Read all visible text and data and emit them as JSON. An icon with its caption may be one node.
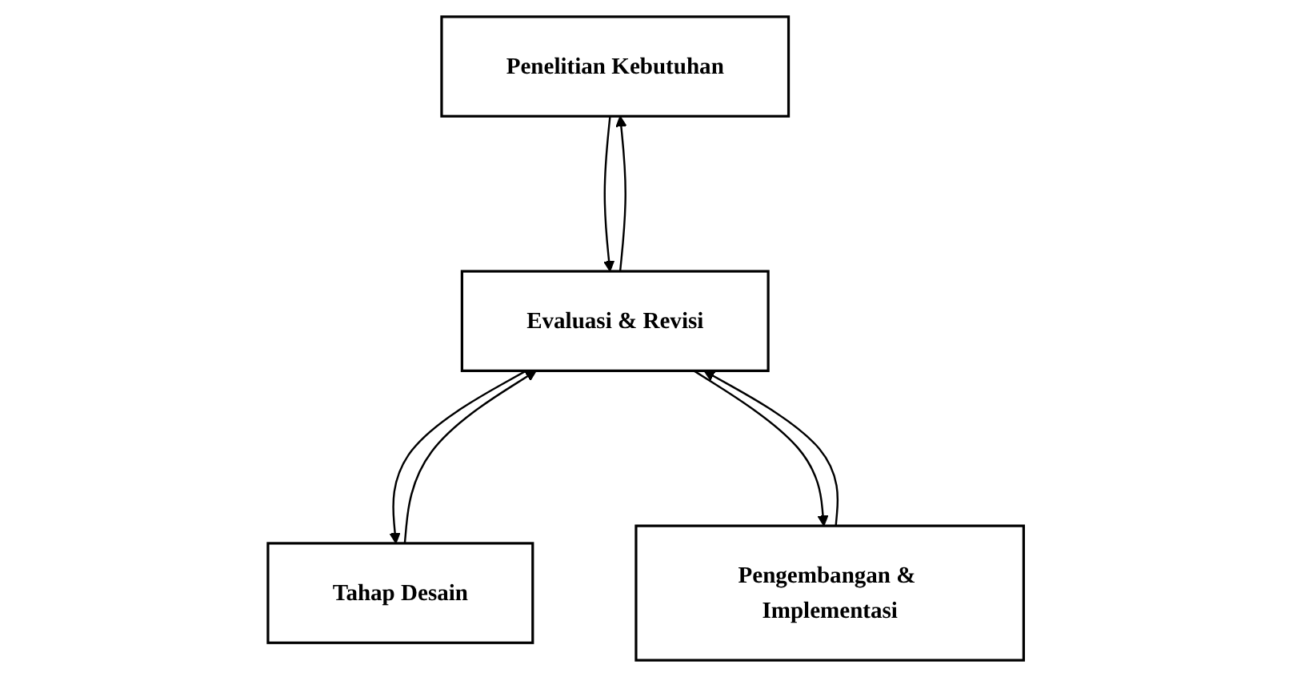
{
  "diagram": {
    "nodes": [
      {
        "text": [
          "Penelitian Kebutuhan"
        ]
      },
      {
        "text": [
          "Tahap Desain"
        ]
      },
      {
        "text": [
          "Pengembangan & Implementasi"
        ]
      },
      {
        "text": [
          "Evaluasi & Revisi"
        ]
      }
    ],
    "edges": [
      {
        "from": 0,
        "to": 3,
        "arrow": "to"
      },
      {
        "from": 3,
        "to": 0,
        "arrow": "to"
      },
      {
        "from": 1,
        "to": 3,
        "arrow": "to"
      },
      {
        "from": 3,
        "to": 1,
        "arrow": "to"
      },
      {
        "from": 2,
        "to": 3,
        "arrow": "to"
      },
      {
        "from": 3,
        "to": 2,
        "arrow": "to"
      }
    ]
  }
}
